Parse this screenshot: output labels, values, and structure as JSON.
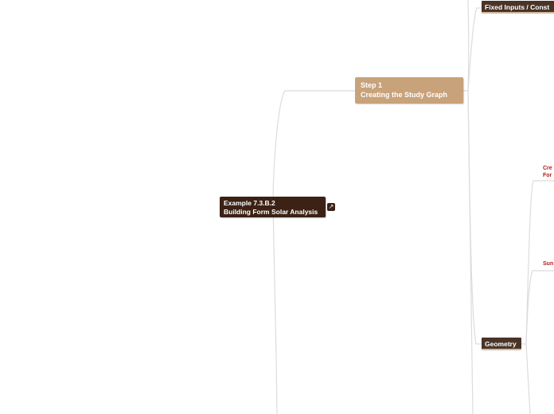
{
  "root": {
    "line1": "Example 7.3.B.2",
    "line2": "Building Form Solar Analysis"
  },
  "step1": {
    "line1": "Step 1",
    "line2": "Creating the Study Graph"
  },
  "topics": {
    "fixed_inputs": "Fixed Inputs / Const",
    "geometry": "Geometry"
  },
  "leaves": {
    "cre_line1": "Cre",
    "cre_line2": "For",
    "sun": "Sun"
  },
  "icons": {
    "root_link": "link-icon"
  },
  "colors": {
    "root_bg": "#3b2215",
    "step_bg": "#c8a27a",
    "sub_bg": "#4a3428",
    "leaf_text": "#b11b1b",
    "connector": "#d9d9d9"
  }
}
